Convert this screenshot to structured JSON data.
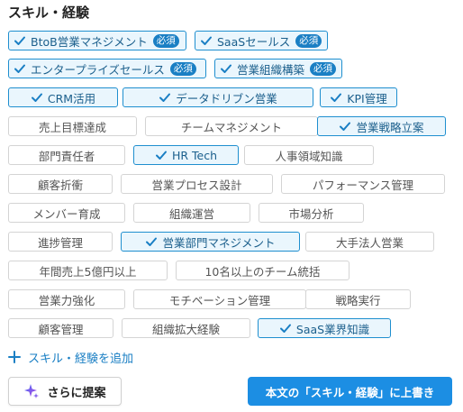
{
  "section_title": "スキル・経験",
  "required_badge": "必須",
  "rows": [
    [
      {
        "label": "BtoB営業マネジメント",
        "selected": true,
        "required": true
      },
      {
        "label": "SaaSセールス",
        "selected": true,
        "required": true
      }
    ],
    [
      {
        "label": "エンタープライズセールス",
        "selected": true,
        "required": true
      },
      {
        "label": "営業組織構築",
        "selected": true,
        "required": true
      }
    ],
    [
      {
        "label": "CRM活用",
        "selected": true,
        "required": false
      },
      {
        "label": "データドリブン営業",
        "selected": true,
        "required": false
      },
      {
        "label": "KPI管理",
        "selected": true,
        "required": false
      }
    ],
    [
      {
        "label": "売上目標達成",
        "selected": false,
        "required": false
      },
      {
        "label": "チームマネジメント",
        "selected": false,
        "required": false
      },
      {
        "label": "営業戦略立案",
        "selected": true,
        "required": false
      }
    ],
    [
      {
        "label": "部門責任者",
        "selected": false,
        "required": false
      },
      {
        "label": "HR Tech",
        "selected": true,
        "required": false
      },
      {
        "label": "人事領域知識",
        "selected": false,
        "required": false
      }
    ],
    [
      {
        "label": "顧客折衝",
        "selected": false,
        "required": false
      },
      {
        "label": "営業プロセス設計",
        "selected": false,
        "required": false
      },
      {
        "label": "パフォーマンス管理",
        "selected": false,
        "required": false
      }
    ],
    [
      {
        "label": "メンバー育成",
        "selected": false,
        "required": false
      },
      {
        "label": "組織運営",
        "selected": false,
        "required": false
      },
      {
        "label": "市場分析",
        "selected": false,
        "required": false
      }
    ],
    [
      {
        "label": "進捗管理",
        "selected": false,
        "required": false
      },
      {
        "label": "営業部門マネジメント",
        "selected": true,
        "required": false
      },
      {
        "label": "大手法人営業",
        "selected": false,
        "required": false
      }
    ],
    [
      {
        "label": "年間売上5億円以上",
        "selected": false,
        "required": false
      },
      {
        "label": "10名以上のチーム統括",
        "selected": false,
        "required": false
      }
    ],
    [
      {
        "label": "営業力強化",
        "selected": false,
        "required": false
      },
      {
        "label": "モチベーション管理",
        "selected": false,
        "required": false
      },
      {
        "label": "戦略実行",
        "selected": false,
        "required": false
      }
    ],
    [
      {
        "label": "顧客管理",
        "selected": false,
        "required": false
      },
      {
        "label": "組織拡大経験",
        "selected": false,
        "required": false
      },
      {
        "label": "SaaS業界知識",
        "selected": true,
        "required": false
      }
    ]
  ],
  "add_link_label": "スキル・経験を追加",
  "suggest_button_label": "さらに提案",
  "overwrite_button_label": "本文の「スキル・経験」に上書き",
  "colors": {
    "accent": "#1a7fc4",
    "selected_bg": "#eaf6fd",
    "primary_button": "#1c8ee3"
  }
}
